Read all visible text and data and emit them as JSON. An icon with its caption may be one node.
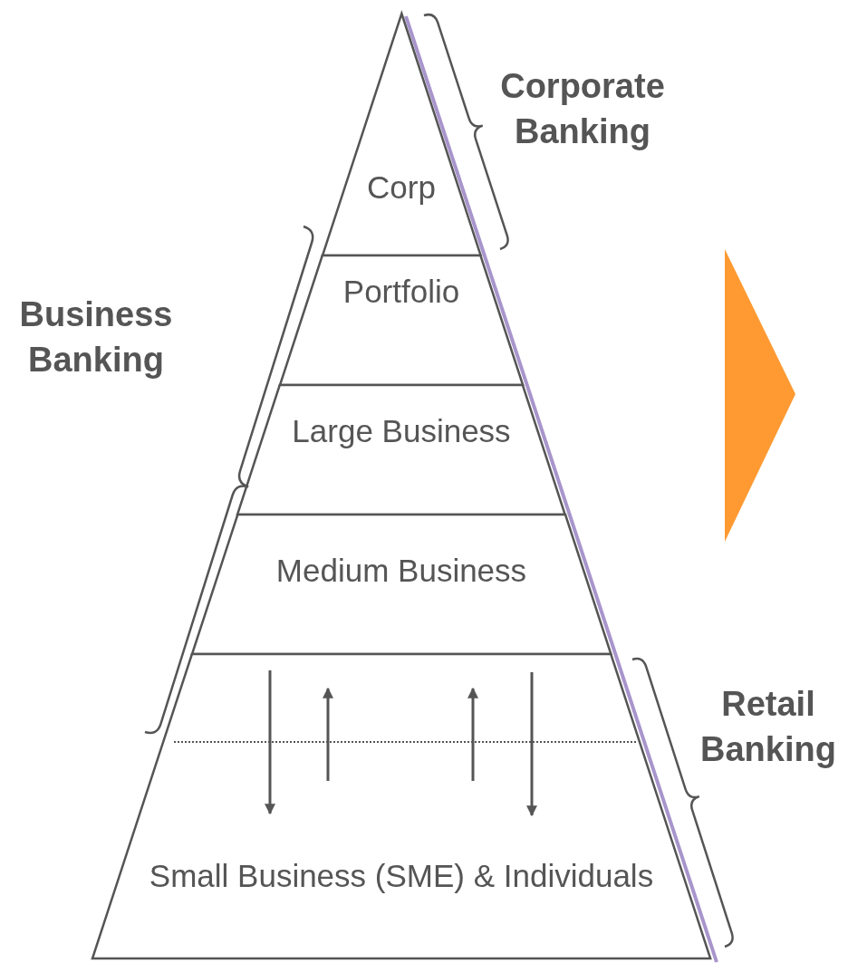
{
  "diagram": {
    "nodes": [
      {
        "text": [
          "Corp"
        ]
      },
      {
        "text": [
          "Portfolio"
        ]
      },
      {
        "text": [
          "Large Business"
        ]
      },
      {
        "text": [
          "Medium Business"
        ]
      },
      {
        "text": [
          "Small Business (SME) & Individuals"
        ]
      },
      {
        "text": [],
        "shape": "triangle"
      }
    ],
    "labels": [
      "Corporate Banking",
      "Business Banking",
      "Retail Banking"
    ]
  }
}
